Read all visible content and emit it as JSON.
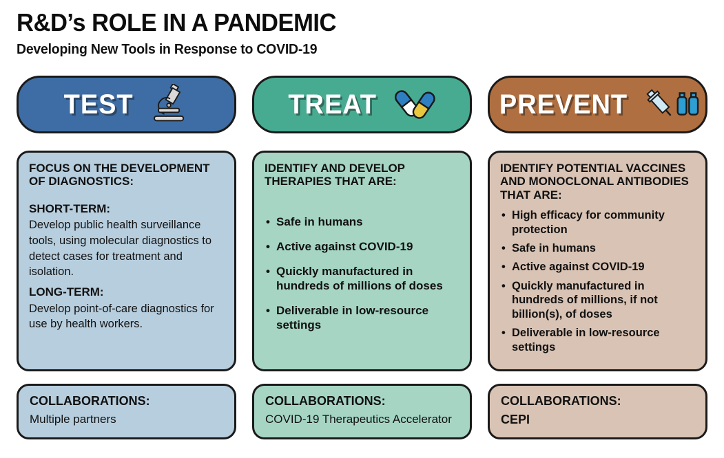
{
  "page": {
    "title": "R&D’s ROLE IN A PANDEMIC",
    "subtitle": "Developing New Tools in Response to COVID-19"
  },
  "columns": [
    {
      "id": "test",
      "header": "TEST",
      "icon": "microscope-icon",
      "colors": {
        "header": "#3d6da4",
        "body": "#b7cede"
      },
      "content": {
        "heading": "FOCUS ON THE DEVELOPMENT OF DIAGNOSTICS:",
        "sections": [
          {
            "label": "SHORT-TERM:",
            "text": "Develop public health surveillance tools, using molecular diagnostics to detect cases for treatment and isolation."
          },
          {
            "label": "LONG-TERM:",
            "text": "Develop point-of-care diagnostics for use by health workers."
          }
        ]
      },
      "collaborations": {
        "label": "COLLABORATIONS:",
        "text": "Multiple partners"
      }
    },
    {
      "id": "treat",
      "header": "TREAT",
      "icon": "pills-icon",
      "colors": {
        "header": "#47ab92",
        "body": "#a6d5c4"
      },
      "content": {
        "heading": "IDENTIFY AND DEVELOP THERAPIES THAT ARE:",
        "bullets": [
          "Safe in humans",
          "Active against COVID-19",
          "Quickly manufactured in hundreds of millions of doses",
          "Deliverable in low-resource settings"
        ]
      },
      "collaborations": {
        "label": "COLLABORATIONS:",
        "text": "COVID-19 Therapeutics Accelerator"
      }
    },
    {
      "id": "prevent",
      "header": "PREVENT",
      "icon": "syringe-vials-icon",
      "colors": {
        "header": "#b06f40",
        "body": "#d9c3b4"
      },
      "content": {
        "heading": "IDENTIFY POTENTIAL VACCINES AND MONOCLONAL ANTIBODIES THAT ARE:",
        "bullets": [
          "High efficacy for community protection",
          "Safe in humans",
          "Active against COVID-19",
          "Quickly manufactured in hundreds of millions, if not billion(s), of doses",
          "Deliverable in low-resource settings"
        ]
      },
      "collaborations": {
        "label": "COLLABORATIONS:",
        "text": "CEPI"
      }
    }
  ]
}
